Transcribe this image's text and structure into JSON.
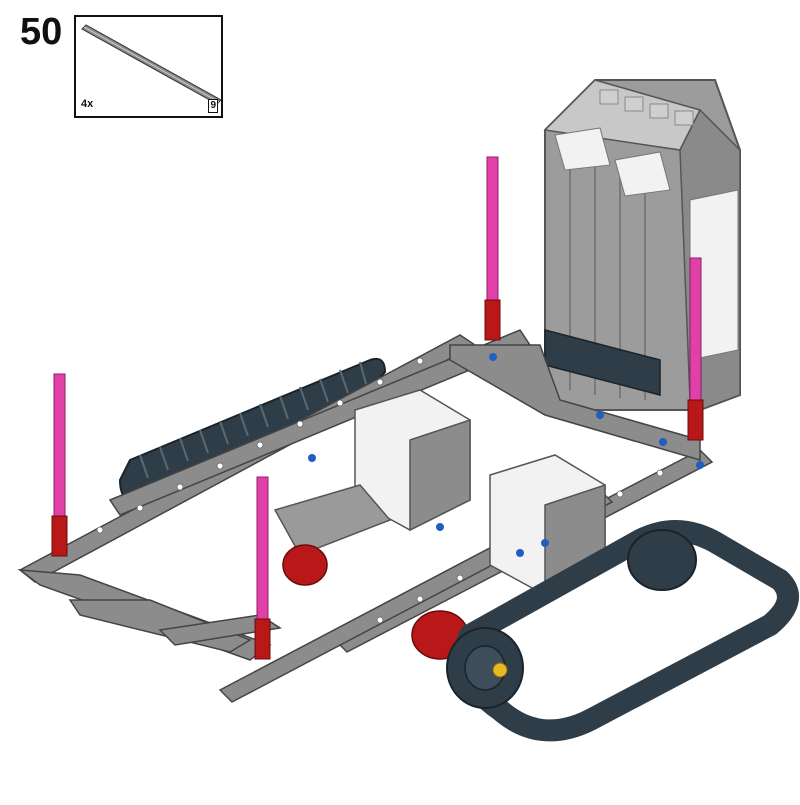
{
  "step": {
    "number": "50"
  },
  "parts_callout": {
    "quantity": "4x",
    "part_length": "9"
  },
  "colors": {
    "axle_magenta": "#e040a8",
    "bushing_red": "#b81818",
    "frame_gray": "#8c8c8c",
    "track_dark": "#2f3d48",
    "motor_white": "#f2f2f2",
    "pin_blue": "#1f5fc4",
    "hub_yellow": "#e8b923"
  }
}
